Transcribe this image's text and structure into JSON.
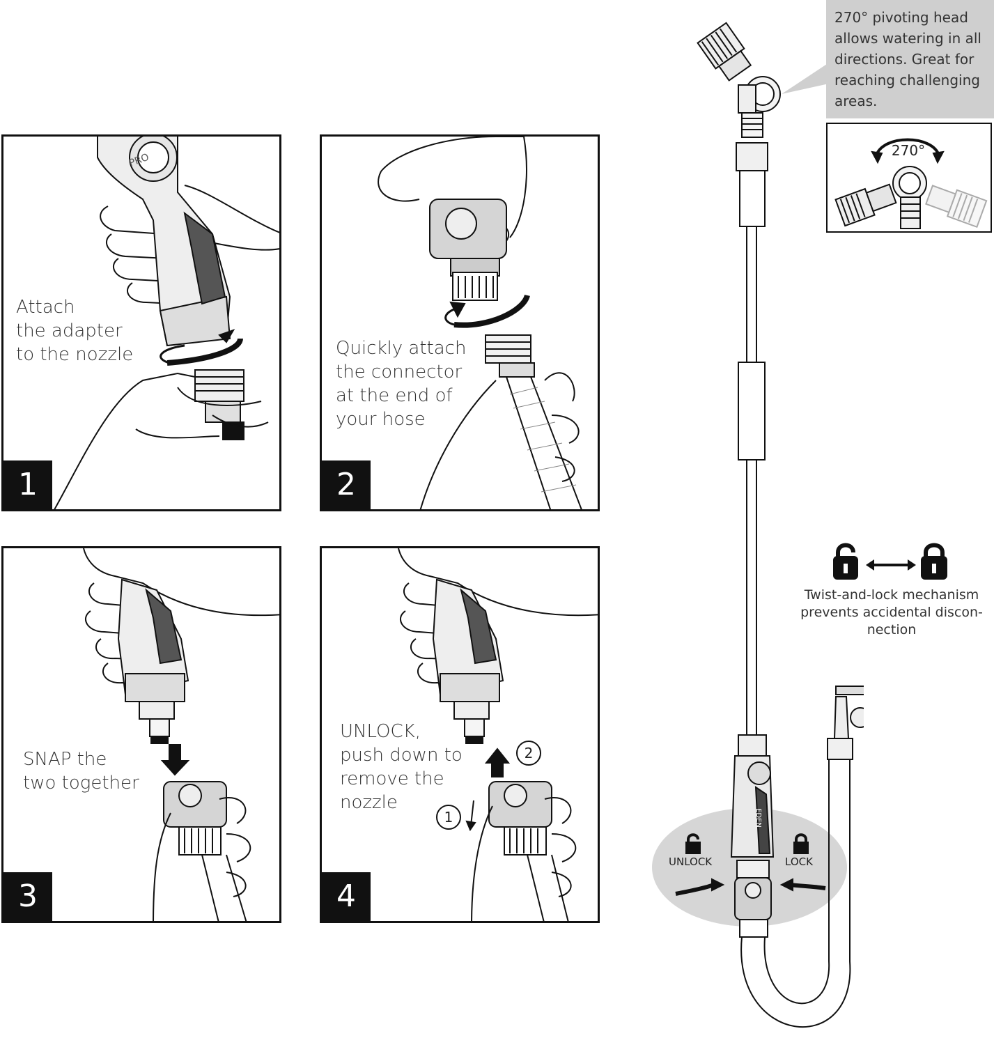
{
  "steps": [
    {
      "number": "1",
      "text": "Attach\nthe adapter\nto the nozzle"
    },
    {
      "number": "2",
      "text": "Quickly attach\nthe connector\nat the end of\nyour hose"
    },
    {
      "number": "3",
      "text": "SNAP the\ntwo together"
    },
    {
      "number": "4",
      "text": "UNLOCK,\npush down to\nremove the\nnozzle"
    }
  ],
  "step4_markers": {
    "first": "1",
    "second": "2"
  },
  "nozzle_badge": "PRO",
  "pivot": {
    "callout": "270° pivoting head allows watering in all directions. Great for reaching challenging areas.",
    "angle_label": "270°"
  },
  "twist_lock": {
    "text": "Twist-and-lock mechanism prevents accidental discon-nection",
    "unlock_label": "UNLOCK",
    "lock_label": "LOCK"
  },
  "brand_mark": "EDEN",
  "colors": {
    "panel_border": "#111111",
    "callout_bg": "#cfcfcf",
    "oval_bg": "#d6d6d6"
  }
}
